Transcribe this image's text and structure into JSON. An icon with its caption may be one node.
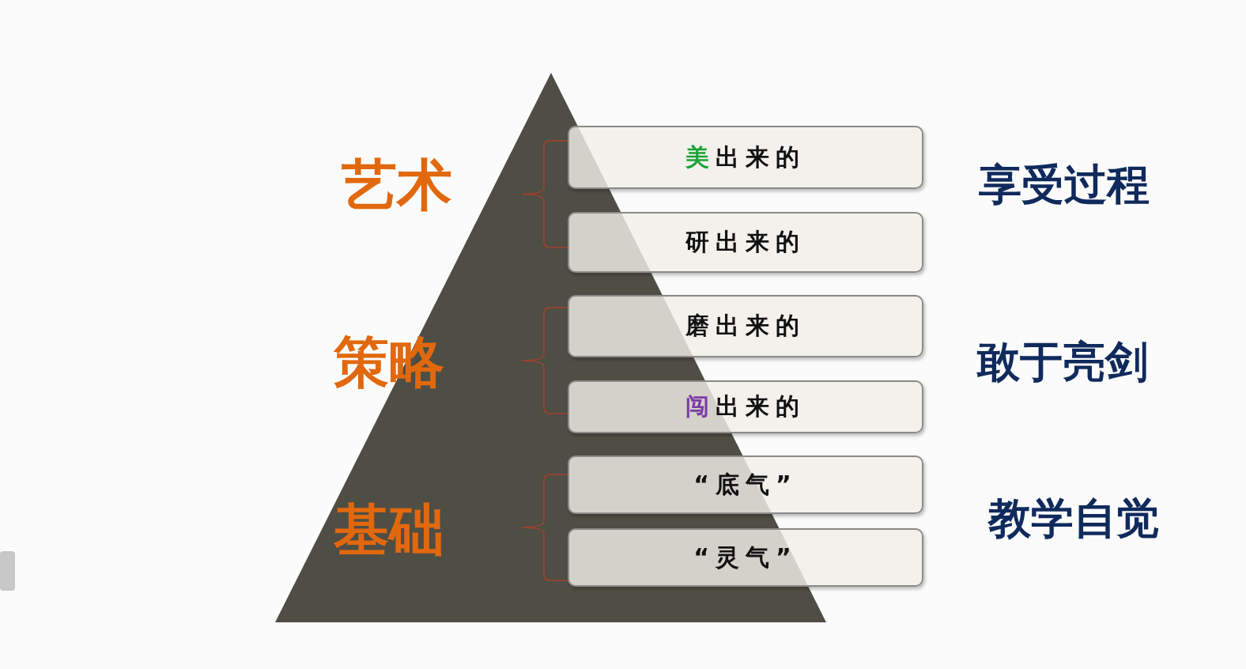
{
  "diagram": {
    "nodes": [
      {
        "text": [
          "美出来的"
        ]
      },
      {
        "text": [
          "研出来的"
        ]
      },
      {
        "text": [
          "磨出来的"
        ]
      },
      {
        "text": [
          "闯出来的"
        ]
      },
      {
        "text": [
          "“底气”"
        ]
      },
      {
        "text": [
          "“灵气”"
        ]
      }
    ],
    "labels": [
      "艺术",
      "享受过程",
      "策略",
      "敢于亮剑",
      "基础",
      "教学自觉"
    ]
  }
}
